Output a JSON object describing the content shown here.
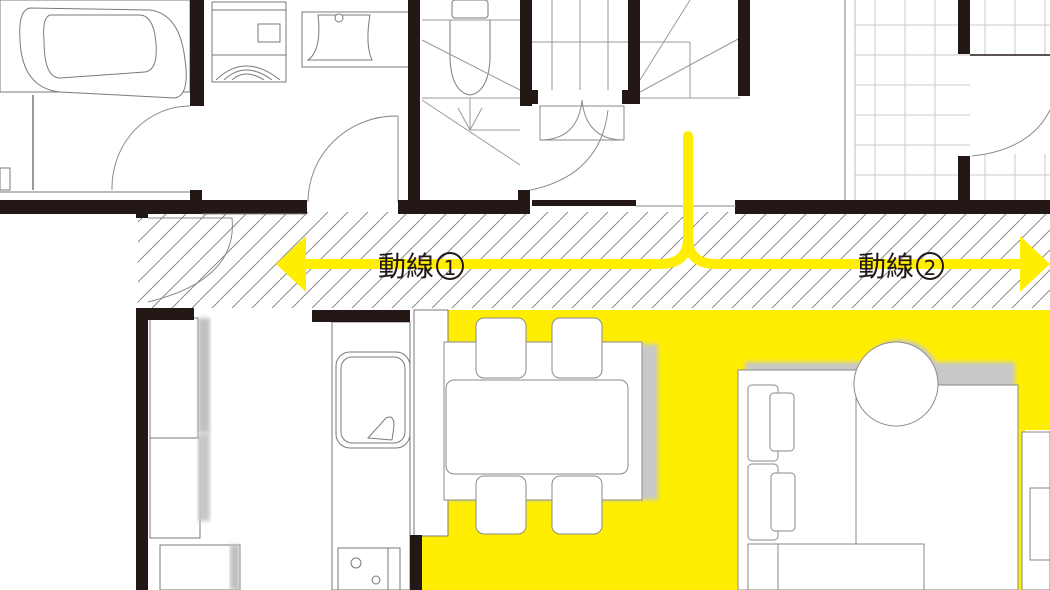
{
  "diagram": {
    "type": "floor-plan",
    "colors": {
      "wall": "#231815",
      "flow_line": "#FFEE00",
      "living_area_fill": "#FFEE00",
      "hatch": "#8a8a8a",
      "furniture_stroke": "#7a7a7a",
      "shadow": "#bdbdbd"
    },
    "flow_lines": [
      {
        "id": "flow-1",
        "label": "動線",
        "number": "1",
        "direction": "left"
      },
      {
        "id": "flow-2",
        "label": "動線",
        "number": "2",
        "direction": "right"
      }
    ],
    "rooms": [
      {
        "id": "bathroom",
        "contains": [
          "bathtub"
        ]
      },
      {
        "id": "washroom",
        "contains": [
          "washing-machine",
          "wash-basin"
        ]
      },
      {
        "id": "toilet",
        "contains": [
          "toilet"
        ]
      },
      {
        "id": "staircase",
        "contains": [
          "stairs",
          "storage-double-door"
        ]
      },
      {
        "id": "entrance-hall",
        "contains": [
          "tiled-floor",
          "door"
        ]
      },
      {
        "id": "hallway",
        "contains": [
          "hatched-corridor"
        ]
      },
      {
        "id": "kitchen",
        "contains": [
          "cupboard",
          "refrigerator",
          "sink",
          "gas-stove"
        ]
      },
      {
        "id": "dining",
        "contains": [
          "dining-table",
          "chair",
          "chair",
          "chair",
          "chair"
        ]
      },
      {
        "id": "living",
        "contains": [
          "sofa",
          "round-side-table",
          "tv-board"
        ]
      }
    ]
  }
}
